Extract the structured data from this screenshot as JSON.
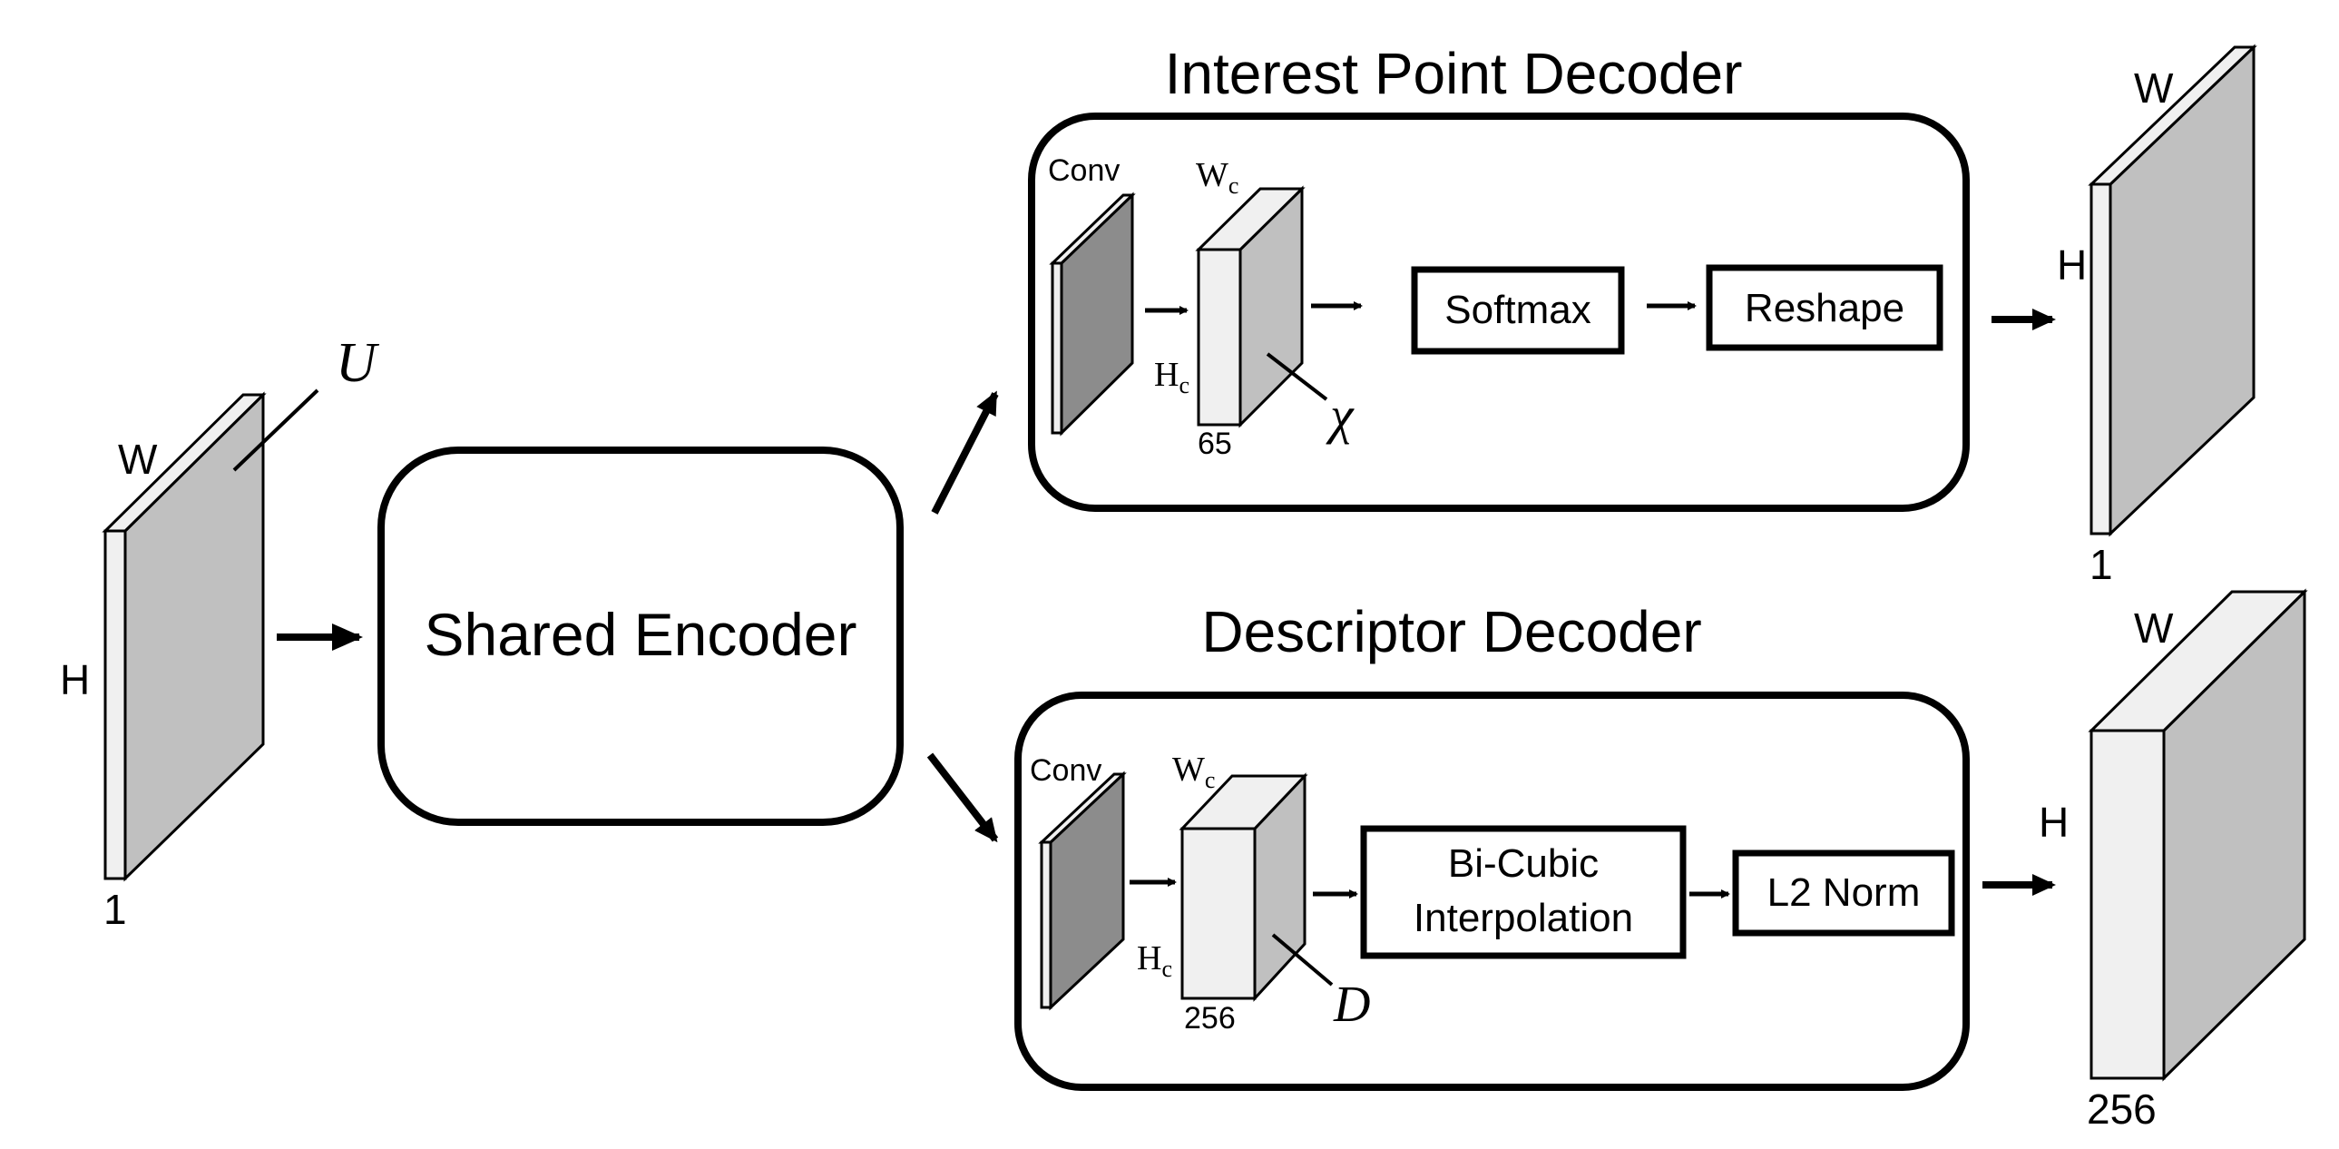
{
  "input": {
    "w": "W",
    "h": "H",
    "depth": "1",
    "symbol": "U"
  },
  "encoder": {
    "label": "Shared Encoder"
  },
  "interest": {
    "title": "Interest Point Decoder",
    "conv": "Conv",
    "wc": "W",
    "hc": "H",
    "sub": "c",
    "depth": "65",
    "symbol": "χ",
    "softmax": "Softmax",
    "reshape": "Reshape"
  },
  "descriptor": {
    "title": "Descriptor Decoder",
    "conv": "Conv",
    "wc": "W",
    "hc": "H",
    "sub": "c",
    "depth": "256",
    "symbol": "D",
    "bicubic_line1": "Bi-Cubic",
    "bicubic_line2": "Interpolation",
    "l2norm": "L2 Norm"
  },
  "output_top": {
    "w": "W",
    "h": "H",
    "depth": "1"
  },
  "output_bottom": {
    "w": "W",
    "h": "H",
    "depth": "256"
  },
  "colors": {
    "front": "#f0f0f0",
    "side": "#c0c0c0",
    "conv": "#8c8c8c",
    "stroke": "#000000"
  }
}
